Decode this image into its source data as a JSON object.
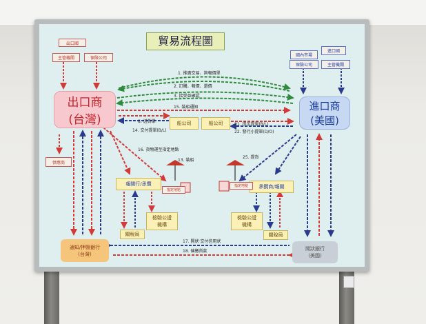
{
  "title": "貿易流程圖",
  "exporter": {
    "line1": "出口商",
    "line2": "(台灣)"
  },
  "importer": {
    "line1": "進口商",
    "line2": "(美國)"
  },
  "export_country": "出口國",
  "import_country": "進口國",
  "export_authority": "主管機關",
  "export_insurance": "保險公司",
  "import_market": "國內市場",
  "import_insurance": "保險公司",
  "import_authority": "主管機關",
  "supplier": "供應商",
  "carrier_left": "船公司",
  "carrier_right": "船公司",
  "warehouse_left": "報關行/承攬",
  "warehouse_right": "承攬商/報關",
  "inspect_left": {
    "line1": "檢驗公證",
    "line2": "機構"
  },
  "inspect_right": {
    "line1": "檢驗公證",
    "line2": "機構"
  },
  "customs_left": "關稅局",
  "customs_right": "關稅局",
  "port_left": "指定地點",
  "port_right": "指定地點",
  "bank_left": {
    "line1": "通知/押匯銀行",
    "line2": "(台灣)"
  },
  "bank_right": {
    "line1": "開狀銀行",
    "line2": "(美國)"
  },
  "steps": {
    "s1": "1. 推廣交易、詢報價單",
    "s2": "2. 訂購、報價、還價",
    "s3": "3. 接受並確認",
    "s15": "15. 裝船通知",
    "s14": "14. 交付提單(B/L)",
    "s13": "13. 裝船",
    "s16": "16. 貨物運至指定地點",
    "s21": "21. 提示提單(B/L)",
    "s22": "22. 發行小提單(D/O)",
    "s25": "25. 提貨",
    "s8": "8. 送貨單",
    "s17": "17. 開狀·交付信用狀",
    "s18": "18. 催繳貨款"
  },
  "colors": {
    "red": "#d23a3a",
    "green": "#2e8a3c",
    "blue": "#2a3a8c"
  }
}
